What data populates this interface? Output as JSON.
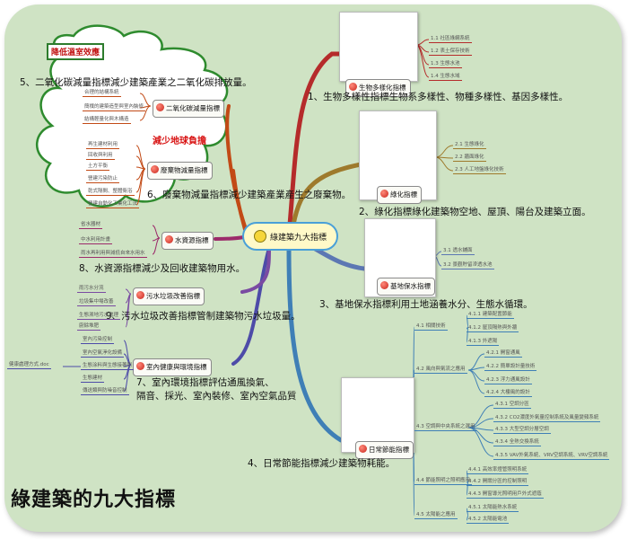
{
  "title": "綠建築的九大指標",
  "center": {
    "label": "綠建築九大指標"
  },
  "cloud": {
    "title": "降低溫室效應",
    "subtitle": "減少地球負擔"
  },
  "nodes": [
    {
      "id": "biodiversity",
      "label": "生物多樣化指標",
      "caption": "1、生物多樣性指標生物系多樣性、物種多樣性、基因多樣性。",
      "color": "#b52b2b",
      "children": [
        "1.1 社區綠網系統",
        "1.2 表土保存技術",
        "1.3 生態水池",
        "1.4 生態水域"
      ]
    },
    {
      "id": "greenery",
      "label": "綠化指標",
      "caption": "2、綠化指標綠化建築物空地、屋頂、陽台及建築立面。",
      "color": "#9e7a2c",
      "children": [
        "2.1 生態綠化",
        "2.2 牆面綠化",
        "2.3 人工地盤綠化技術"
      ]
    },
    {
      "id": "water_retention",
      "label": "基地保水指標",
      "caption": "3、基地保水指標利用土地涵養水分、生態水循環。",
      "color": "#5c77b3",
      "children": [
        "3.1 透水舖面",
        "3.2 景觀貯留滲透水池"
      ]
    },
    {
      "id": "energy",
      "label": "日常節能指標",
      "caption": "4、日常節能指標減少建築物耗能。",
      "color": "#3f7fb6",
      "groups": [
        {
          "label": "4.1 相關技術",
          "items": [
            "4.1.1 建築配置節能",
            "4.1.2 屋頂隔熱與外牆",
            "4.1.3 外遮陽"
          ]
        },
        {
          "label": "4.2 風向與氣流之應用",
          "items": [
            "4.2.1 開窗通風",
            "4.2.2 簡單設計量技術",
            "4.2.3 浮力通風設計",
            "4.2.4 大樓風的設計"
          ]
        },
        {
          "label": "4.3 空調與中央系統之選用",
          "items": [
            "4.3.1 空調分區",
            "4.3.2 CO2濃度外氣量控制系統及風量變頻系統",
            "4.3.3 大型空調分層空調",
            "4.3.4 全熱交換系統",
            "4.3.5 VAV外氣系統、VRV空調系統、VRV空調系統"
          ]
        },
        {
          "label": "4.4 節能照明之照明應用",
          "items": [
            "4.4.1 高效率燈管照明系統",
            "4.4.2 開關分區的控制照明",
            "4.4.3 開窗導光照明用戶外式遮蔭"
          ]
        },
        {
          "label": "4.5 太陽能之應用",
          "items": [
            "4.5.1 太陽能熱水系統",
            "4.5.2 太陽能電池"
          ]
        }
      ]
    },
    {
      "id": "co2",
      "label": "二氧化碳減量指標",
      "caption": "5、二氧化碳減量指標減少建築產業之二氧化碳排放量。",
      "color": "#c24a16",
      "children": [
        "合理的結構系統",
        "簡樸的建築造型與室內裝修",
        "結構輕量化與木構造"
      ]
    },
    {
      "id": "waste",
      "label": "廢棄物減量指標",
      "caption": "6、廢棄物減量指標減少建築產業產生之廢棄物。",
      "color": "#c24a16",
      "children": [
        "再生建材利用",
        "回收與利用",
        "土方平衡",
        "營建污染防止",
        "乾式隔間、整體衛浴",
        "營建自動化工業化工法"
      ]
    },
    {
      "id": "indoor",
      "label": "室內健康與環境指標",
      "caption": "7、室內環境指標評估通風換氣、隔音、採光、室內裝修、室內空氣品質",
      "color": "#4d4ba8",
      "children": [
        "室內污染控制",
        "室內空氣淨化設備",
        "生態涂料與生態接著劑",
        "生態建材",
        "傳送類與防噪音控制"
      ],
      "extra": "健康處理方式.doc"
    },
    {
      "id": "water_resource",
      "label": "水資源指標",
      "caption": "8、水資源指標減少及回收建築物用水。",
      "color": "#9c2a6a",
      "children": [
        "省水器材",
        "中水利用計畫",
        "雨水再利用與減低自來水用水"
      ]
    },
    {
      "id": "sewage",
      "label": "污水垃圾改善指標",
      "caption": "9、污水垃圾改善指標管制建築物污水垃圾量。",
      "color": "#7a4ba2",
      "children": [
        "雨污水分流",
        "垃圾集中場改善",
        "生態濕地污水處理",
        "廚餘堆肥"
      ]
    }
  ]
}
